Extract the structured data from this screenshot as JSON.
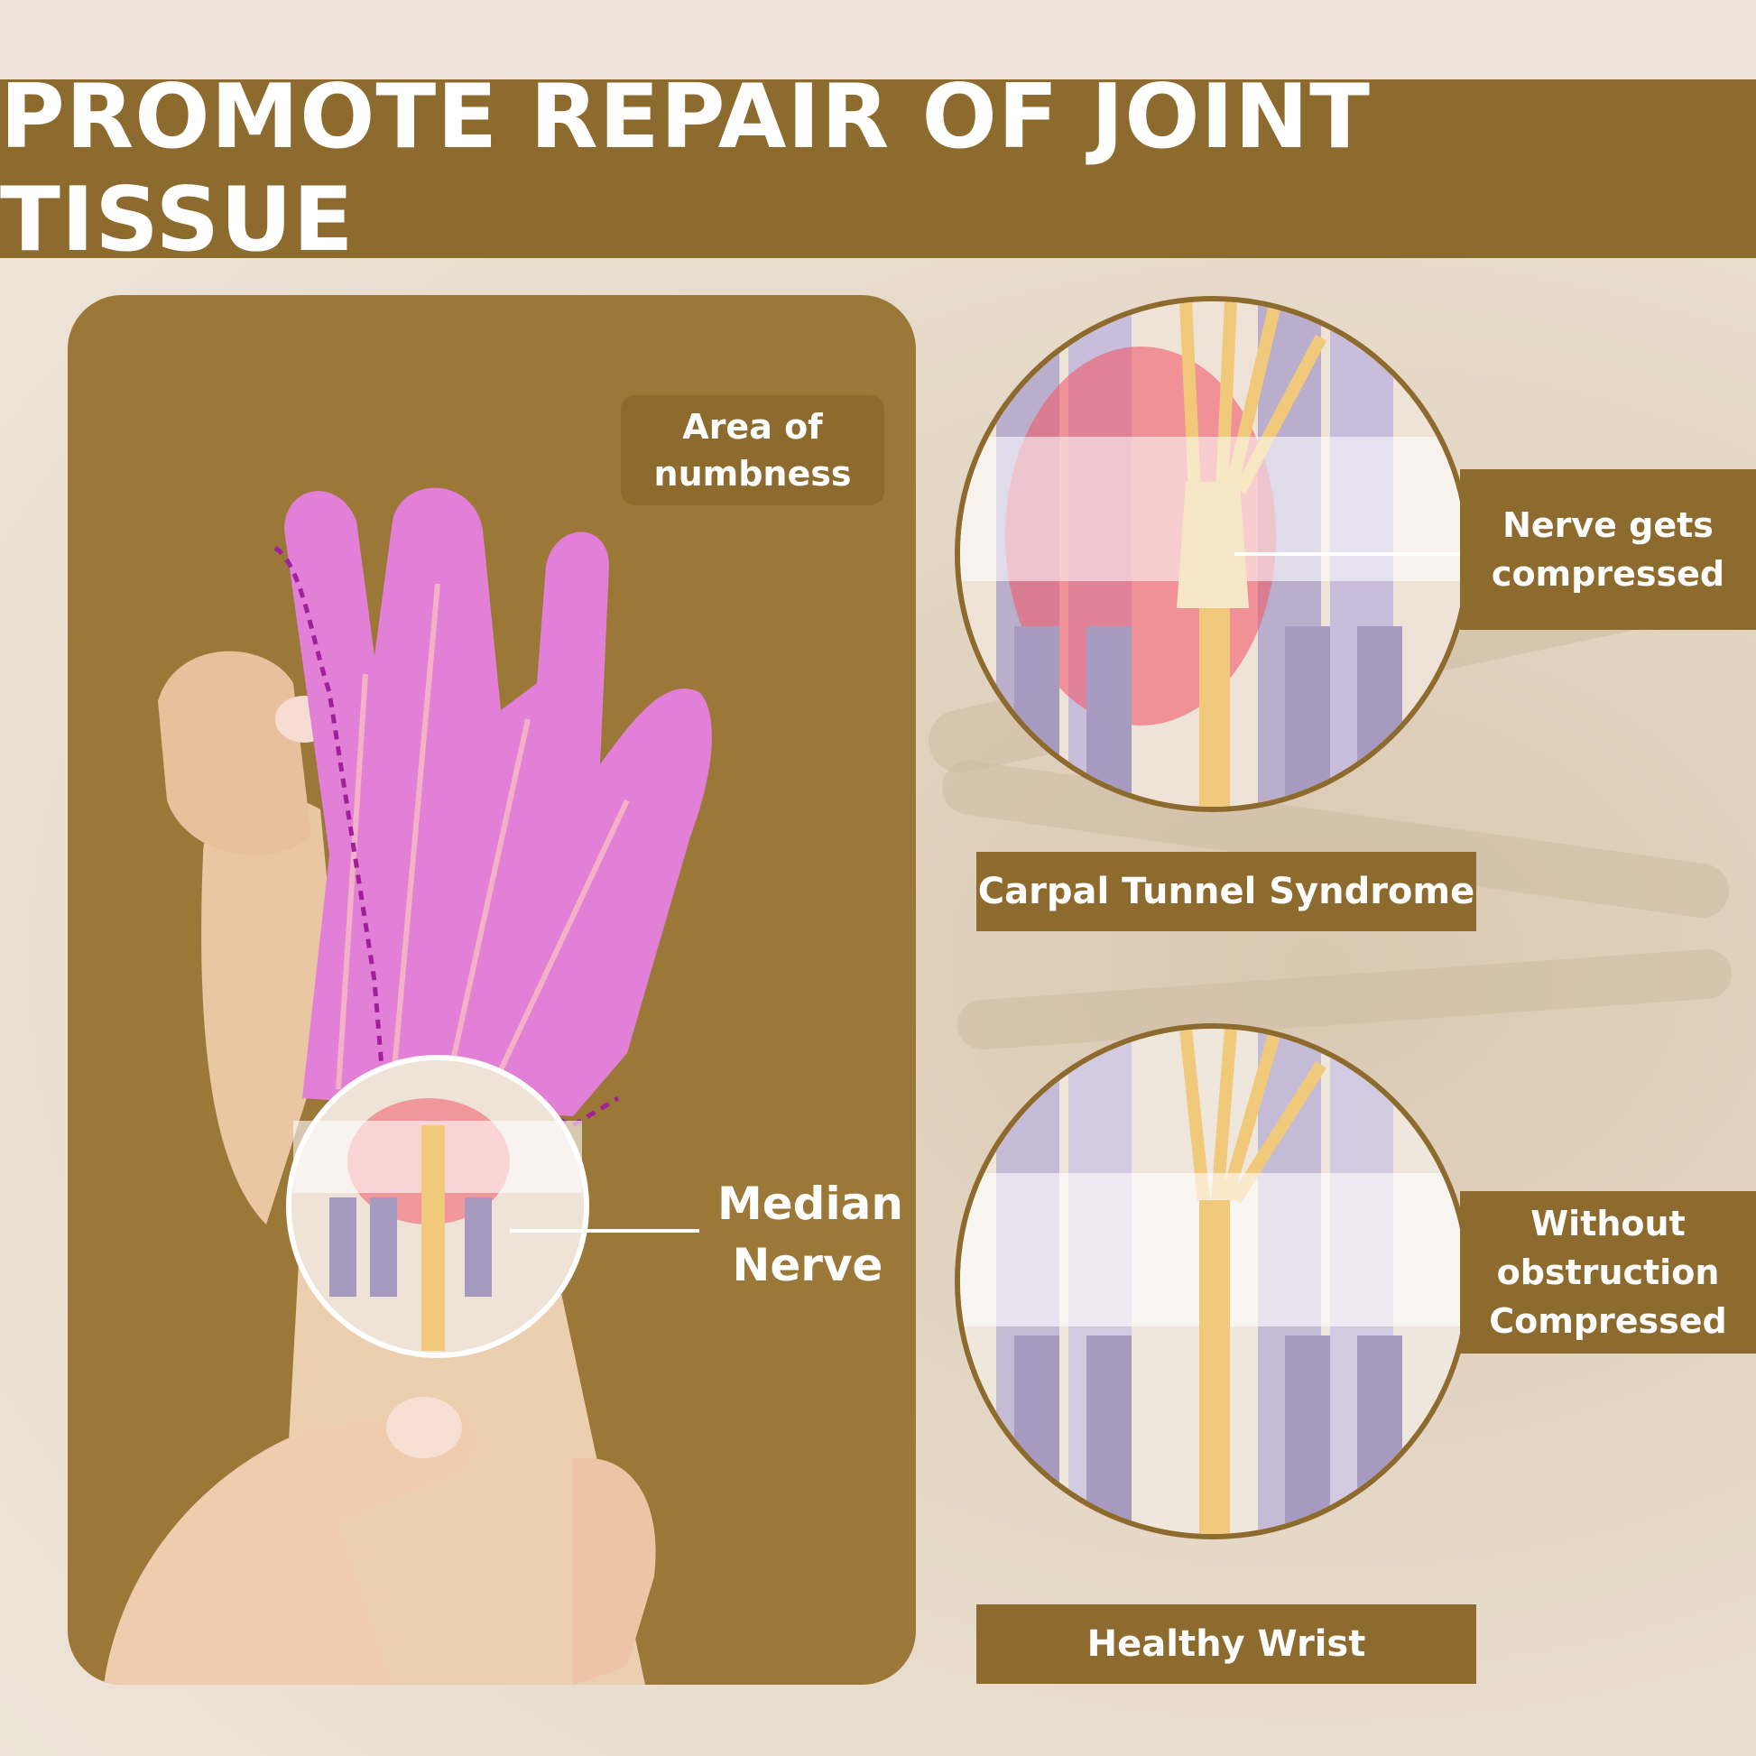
{
  "header": {
    "title": "PROMOTE REPAIR OF JOINT TISSUE"
  },
  "labels": {
    "area_of_numbness_line1": "Area of",
    "area_of_numbness_line2": "numbness",
    "median_line1": "Median",
    "median_line2": "Nerve",
    "nerve_compressed_line1": "Nerve gets",
    "nerve_compressed_line2": "compressed",
    "carpal_tunnel": "Carpal Tunnel Syndrome",
    "without_line1": "Without",
    "without_line2": "obstruction",
    "without_line3": "Compressed",
    "healthy_wrist": "Healthy Wrist"
  },
  "colors": {
    "brand_brown": "#8d6a2d",
    "panel_brown": "#9b7838",
    "numbness_pink": "#e27fd6",
    "inflammation_red": "#ee5a6a",
    "nerve_yellow": "#f0c97a",
    "tendon_purple": "#a79ac0"
  }
}
